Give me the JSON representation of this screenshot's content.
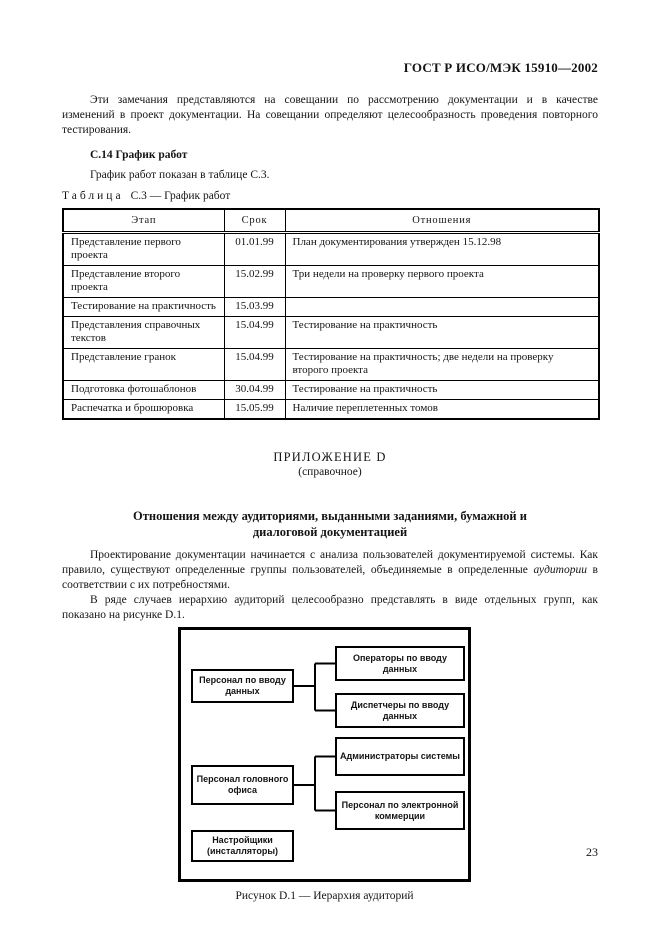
{
  "header": {
    "title": "ГОСТ Р ИСО/МЭК 15910—2002"
  },
  "intro": {
    "paragraph": "Эти замечания представляются на совещании по рассмотрению документации и в качестве изменений в проект документации. На совещании определяют целесообразность проведения повторного тестирования."
  },
  "section_c14": {
    "heading": "С.14 График работ",
    "paragraph": "График работ показан в таблице С.3.",
    "table_label_word": "Таблица",
    "table_label_rest": "С.3 — График работ"
  },
  "table": {
    "columns": [
      "Этап",
      "Срок",
      "Отношения"
    ],
    "rows": [
      {
        "stage": "Представление первого проекта",
        "date": "01.01.99",
        "relation": "План документирования утвержден 15.12.98"
      },
      {
        "stage": "Представление второго проекта",
        "date": "15.02.99",
        "relation": "Три недели на проверку первого проекта"
      },
      {
        "stage": "Тестирование на практичность",
        "date": "15.03.99",
        "relation": ""
      },
      {
        "stage": "Представления справочных тек­стов",
        "date": "15.04.99",
        "relation": "Тестирование на практичность"
      },
      {
        "stage": "Представление гранок",
        "date": "15.04.99",
        "relation": "Тестирование на практичность; две недели на проверку второго проекта"
      },
      {
        "stage": "Подготовка фотошаблонов",
        "date": "30.04.99",
        "relation": "Тестирование на практичность"
      },
      {
        "stage": "Распечатка и брошюровка",
        "date": "15.05.99",
        "relation": "Наличие переплетенных томов"
      }
    ]
  },
  "appendix": {
    "label": "ПРИЛОЖЕНИЕ D",
    "type": "(справочное)",
    "title": "Отношения между аудиториями, выданными заданиями, бумажной и диалоговой документацией",
    "paragraph1_segments": [
      {
        "text": "Проектирование документации начинается с анализа пользователей документируемой системы. Как правило, существуют определенные группы пользователей, объединяемые в определенные "
      },
      {
        "text": "аудитории",
        "italic": true
      },
      {
        "text": " в соответствии с их потребностями."
      }
    ],
    "paragraph2": "В ряде случаев иерархию аудиторий целесообразно представлять в виде отдельных групп, как показано на рисунке D.1."
  },
  "diagram": {
    "boxes": [
      {
        "label": "Персонал по вводу данных"
      },
      {
        "label": "Операторы по вводу данных"
      },
      {
        "label": "Диспетчеры по вводу данных"
      },
      {
        "label": "Персонал головного офиса"
      },
      {
        "label": "Администраторы системы"
      },
      {
        "label": "Персонал по электронной коммерции"
      },
      {
        "label": "Настройщики (инсталляторы)"
      }
    ],
    "caption": "Рисунок D.1 — Иерархия аудиторий"
  },
  "page": {
    "number": "23"
  }
}
